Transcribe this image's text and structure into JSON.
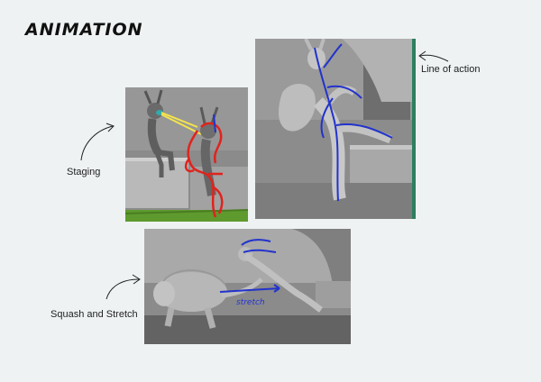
{
  "page": {
    "title": "ANIMATION"
  },
  "labels": {
    "staging": "Staging",
    "line_of_action": "Line of action",
    "squash_and_stretch": "Squash and Stretch"
  },
  "annotations": {
    "stretch_word": "stretch"
  },
  "colors": {
    "background": "#eef2f2",
    "annotation_red": "#e0231c",
    "annotation_blue": "#2233cc",
    "annotation_yellow": "#f4e44c",
    "grass_green": "#5e9a2e"
  }
}
